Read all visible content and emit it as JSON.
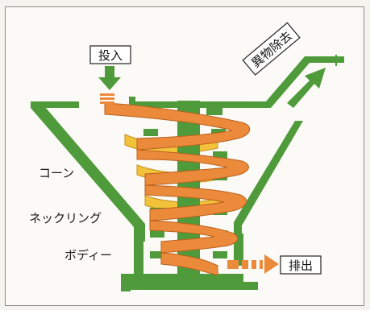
{
  "labels": {
    "input": "投入",
    "foreign_removal": "異物除去",
    "cone": "コーン",
    "neck_ring": "ネックリング",
    "body": "ボディー",
    "discharge": "排出"
  },
  "colors": {
    "structure": "#4f9a3a",
    "spiral_front": "#ec8a3c",
    "spiral_back": "#f2c23a",
    "arrow": "#4f9a3a",
    "background": "#fbfaf6"
  }
}
